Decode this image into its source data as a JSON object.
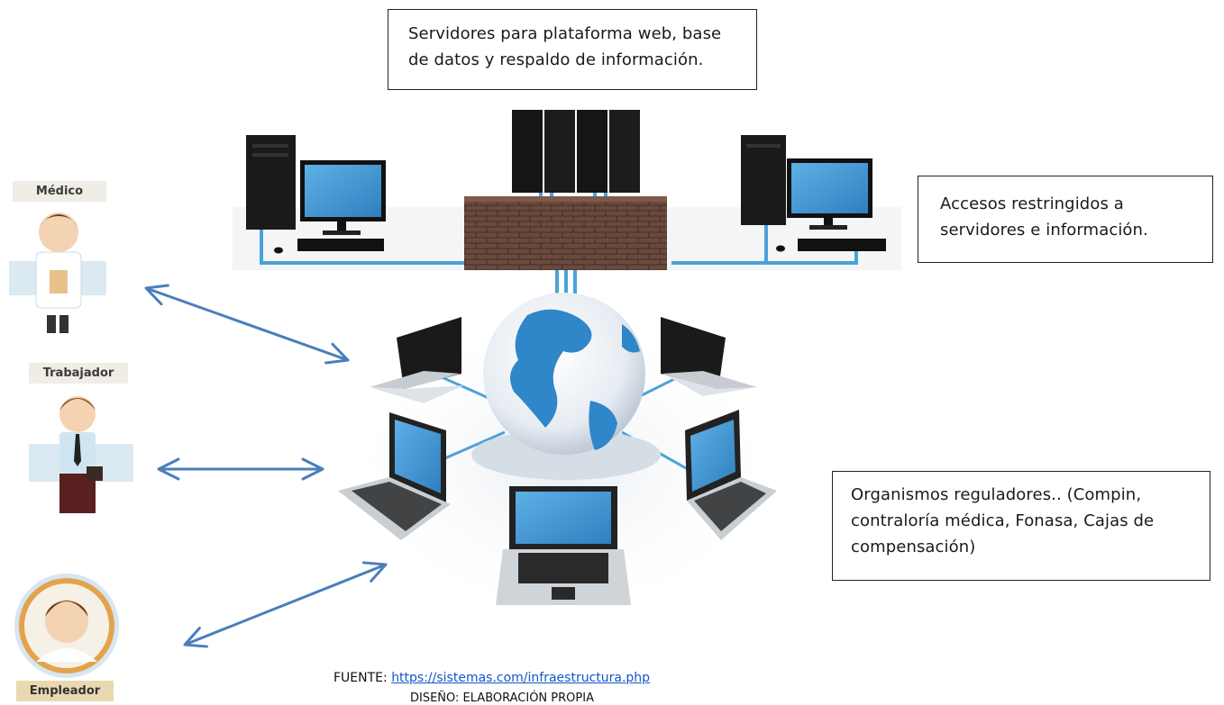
{
  "callouts": {
    "servers": [
      "Servidores para plataforma web, base",
      "de datos y respaldo de información."
    ],
    "access": [
      "Accesos restringidos a",
      "servidores e información."
    ],
    "regulators": [
      "Organismos reguladores.. (Compin,",
      "contraloría médica, Fonasa, Cajas de",
      "compensación)"
    ]
  },
  "roles": {
    "medico": "Médico",
    "trabajador": "Trabajador",
    "empleador": "Empleador"
  },
  "footer": {
    "source_label": "FUENTE: ",
    "source_link": "https://sistemas.com/infraestructura.php",
    "design": "DISEÑO: ELABORACIÓN PROPIA"
  },
  "colors": {
    "arrow": "#4a7ebb",
    "cable": "#4aa3d8",
    "screen": "#3f8fc8",
    "globe_sea": "#e8eef4",
    "globe_land": "#2f86c9"
  }
}
